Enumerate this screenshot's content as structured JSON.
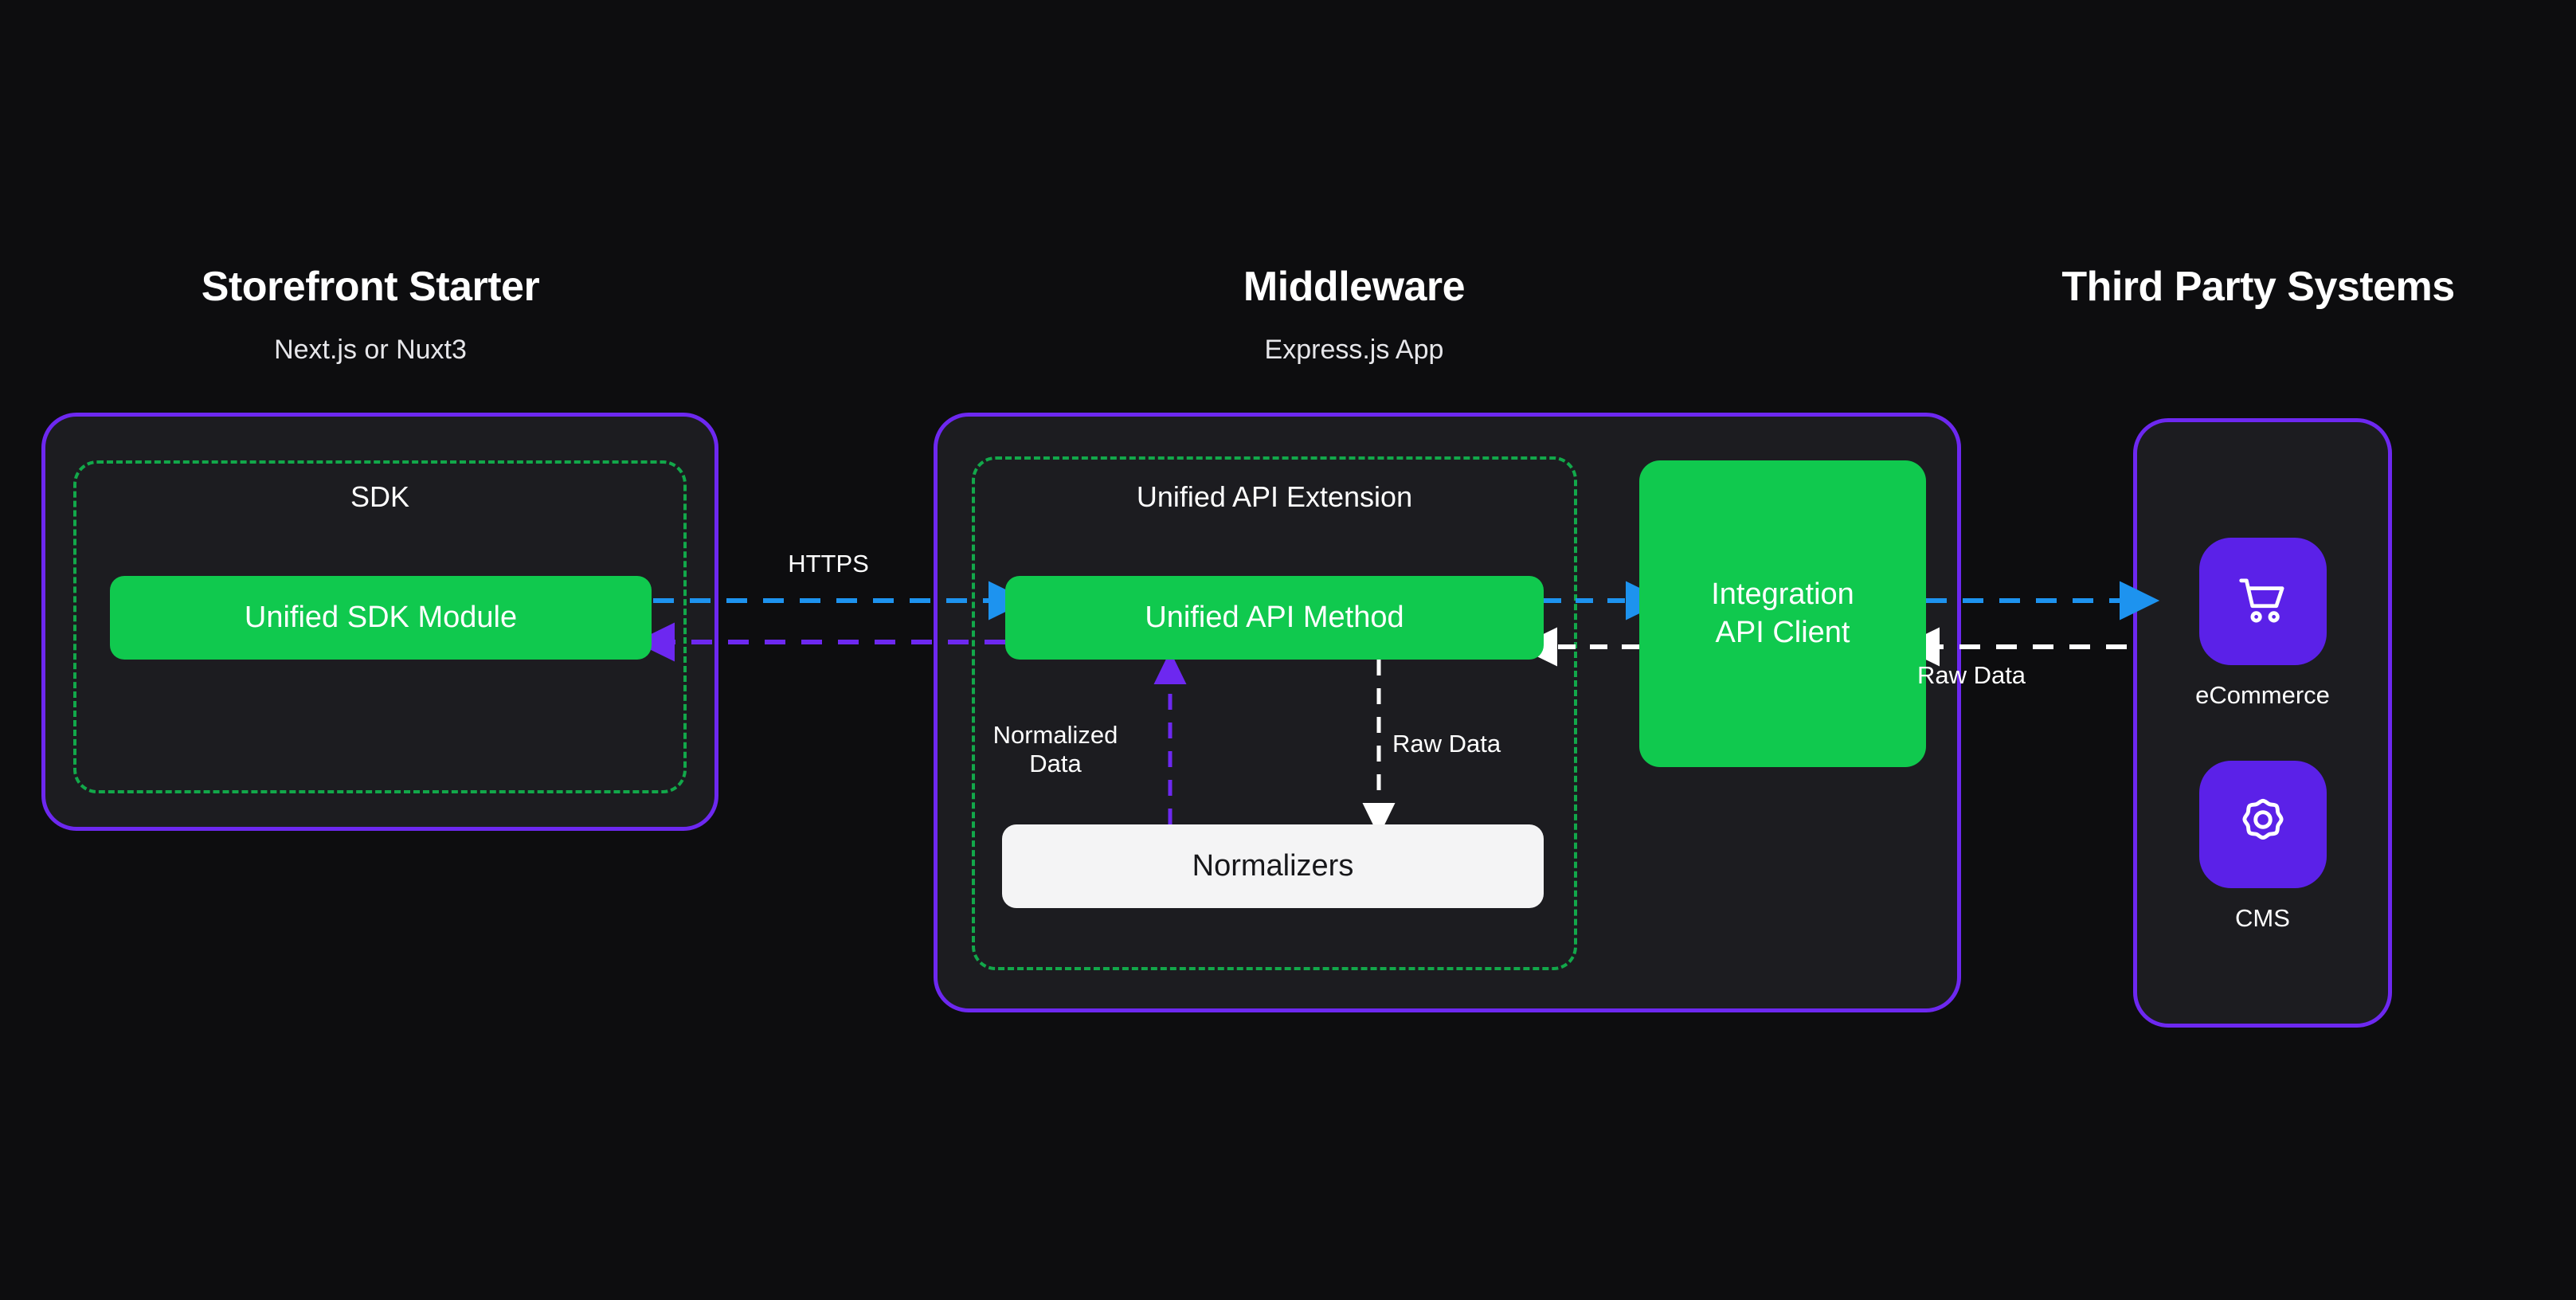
{
  "diagram": {
    "background_color": "#0d0d0f",
    "accent_purple": "#6d28f0",
    "accent_green": "#10c94e",
    "dashed_green": "#12a84a",
    "arrow_blue": "#1d93ef",
    "arrow_purple": "#6d28f0",
    "arrow_white": "#ffffff",
    "normalizer_fill": "#f4f4f5",
    "panel_fill": "#1c1c20"
  },
  "columns": [
    {
      "id": "storefront",
      "title": "Storefront Starter",
      "subtitle": "Next.js or Nuxt3",
      "region_label": "SDK",
      "blocks": [
        {
          "id": "unified-sdk-module",
          "label": "Unified SDK Module",
          "style": "green"
        }
      ]
    },
    {
      "id": "middleware",
      "title": "Middleware",
      "subtitle": "Express.js App",
      "region_label": "Unified API Extension",
      "blocks": [
        {
          "id": "unified-api-method",
          "label": "Unified API Method",
          "style": "green"
        },
        {
          "id": "normalizers",
          "label": "Normalizers",
          "style": "light"
        },
        {
          "id": "integration-api-client",
          "label": "Integration\nAPI Client",
          "label_line1": "Integration",
          "label_line2": "API Client",
          "style": "green"
        }
      ]
    },
    {
      "id": "third-party",
      "title": "Third Party Systems",
      "subtitle": "",
      "systems": [
        {
          "id": "ecommerce",
          "label": "eCommerce",
          "icon": "shopping-cart-icon"
        },
        {
          "id": "cms",
          "label": "CMS",
          "icon": "gear-icon"
        }
      ]
    }
  ],
  "edges": [
    {
      "id": "sdk-to-api-request",
      "label": "HTTPS",
      "color": "#1d93ef",
      "direction": "right",
      "style": "dashed"
    },
    {
      "id": "api-to-sdk-response",
      "label": "",
      "color": "#6d28f0",
      "direction": "left",
      "style": "dashed"
    },
    {
      "id": "normalizers-to-api",
      "label": "Normalized\nData",
      "label_line1": "Normalized",
      "label_line2": "Data",
      "color": "#6d28f0",
      "direction": "up",
      "style": "dashed"
    },
    {
      "id": "api-to-normalizers",
      "label": "Raw Data",
      "color": "#ffffff",
      "direction": "down",
      "style": "dashed"
    },
    {
      "id": "api-to-client-request",
      "label": "",
      "color": "#1d93ef",
      "direction": "right",
      "style": "dashed"
    },
    {
      "id": "client-to-api-response",
      "label": "",
      "color": "#ffffff",
      "direction": "left",
      "style": "dashed"
    },
    {
      "id": "client-to-thirdparty-request",
      "label": "",
      "color": "#1d93ef",
      "direction": "right",
      "style": "dashed"
    },
    {
      "id": "thirdparty-to-client-response",
      "label": "Raw Data",
      "color": "#ffffff",
      "direction": "left",
      "style": "dashed"
    }
  ]
}
